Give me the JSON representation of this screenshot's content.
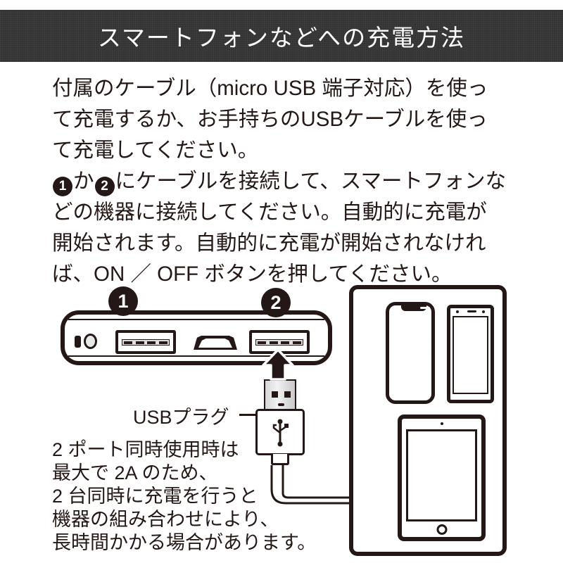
{
  "header": {
    "title": "スマートフォンなどへの充電方法",
    "background_color": "#333333",
    "text_color": "#ffffff"
  },
  "body": {
    "lines": [
      "付属のケーブル（micro USB 端子対応）を使っ",
      "て充電するか、お手持ちのUSBケーブルを使っ",
      "て充電してください。"
    ],
    "line4_pre": "",
    "line4_badge1": "1",
    "line4_mid": "か",
    "line4_badge2": "2",
    "line4_post": "にケーブルを接続して、スマートフォンな",
    "lines_rest": [
      "どの機器に接続してください。自動的に充電が",
      "開始されます。自動的に充電が開始されなけれ",
      "ば、ON ／ OFF ボタンを押してください。"
    ]
  },
  "illustration": {
    "port_badge_1": "1",
    "port_badge_2": "2",
    "usb_plug_label": "USBプラグ",
    "note_lines": [
      "2 ポート同時使用時は",
      "最大で 2A のため、",
      "2 台同時に充電を行うと",
      "機器の組み合わせにより、",
      "長時間かかる場合があります。"
    ]
  },
  "colors": {
    "ink": "#231815",
    "banner": "#333333",
    "page": "#ffffff"
  }
}
